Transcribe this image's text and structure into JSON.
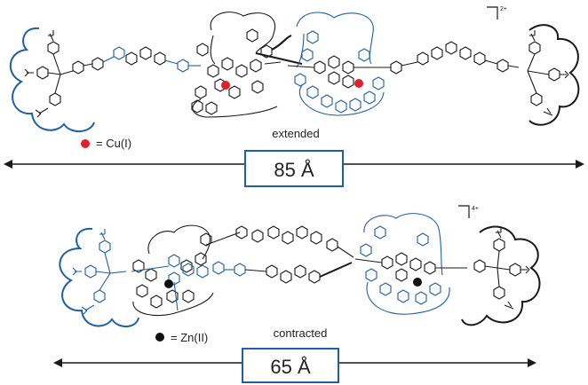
{
  "colors": {
    "ink": "#1a1a1a",
    "blue": "#1f5fa8",
    "copper_dot": "#e0202c",
    "zinc_dot": "#111111",
    "box_border": "#1f5fa8"
  },
  "top": {
    "charge": "2+",
    "state_label": "extended",
    "legend_text": "= Cu(I)",
    "length_label": "85 Å"
  },
  "bottom": {
    "charge": "4+",
    "state_label": "contracted",
    "legend_text": "= Zn(II)",
    "length_label": "65 Å"
  }
}
